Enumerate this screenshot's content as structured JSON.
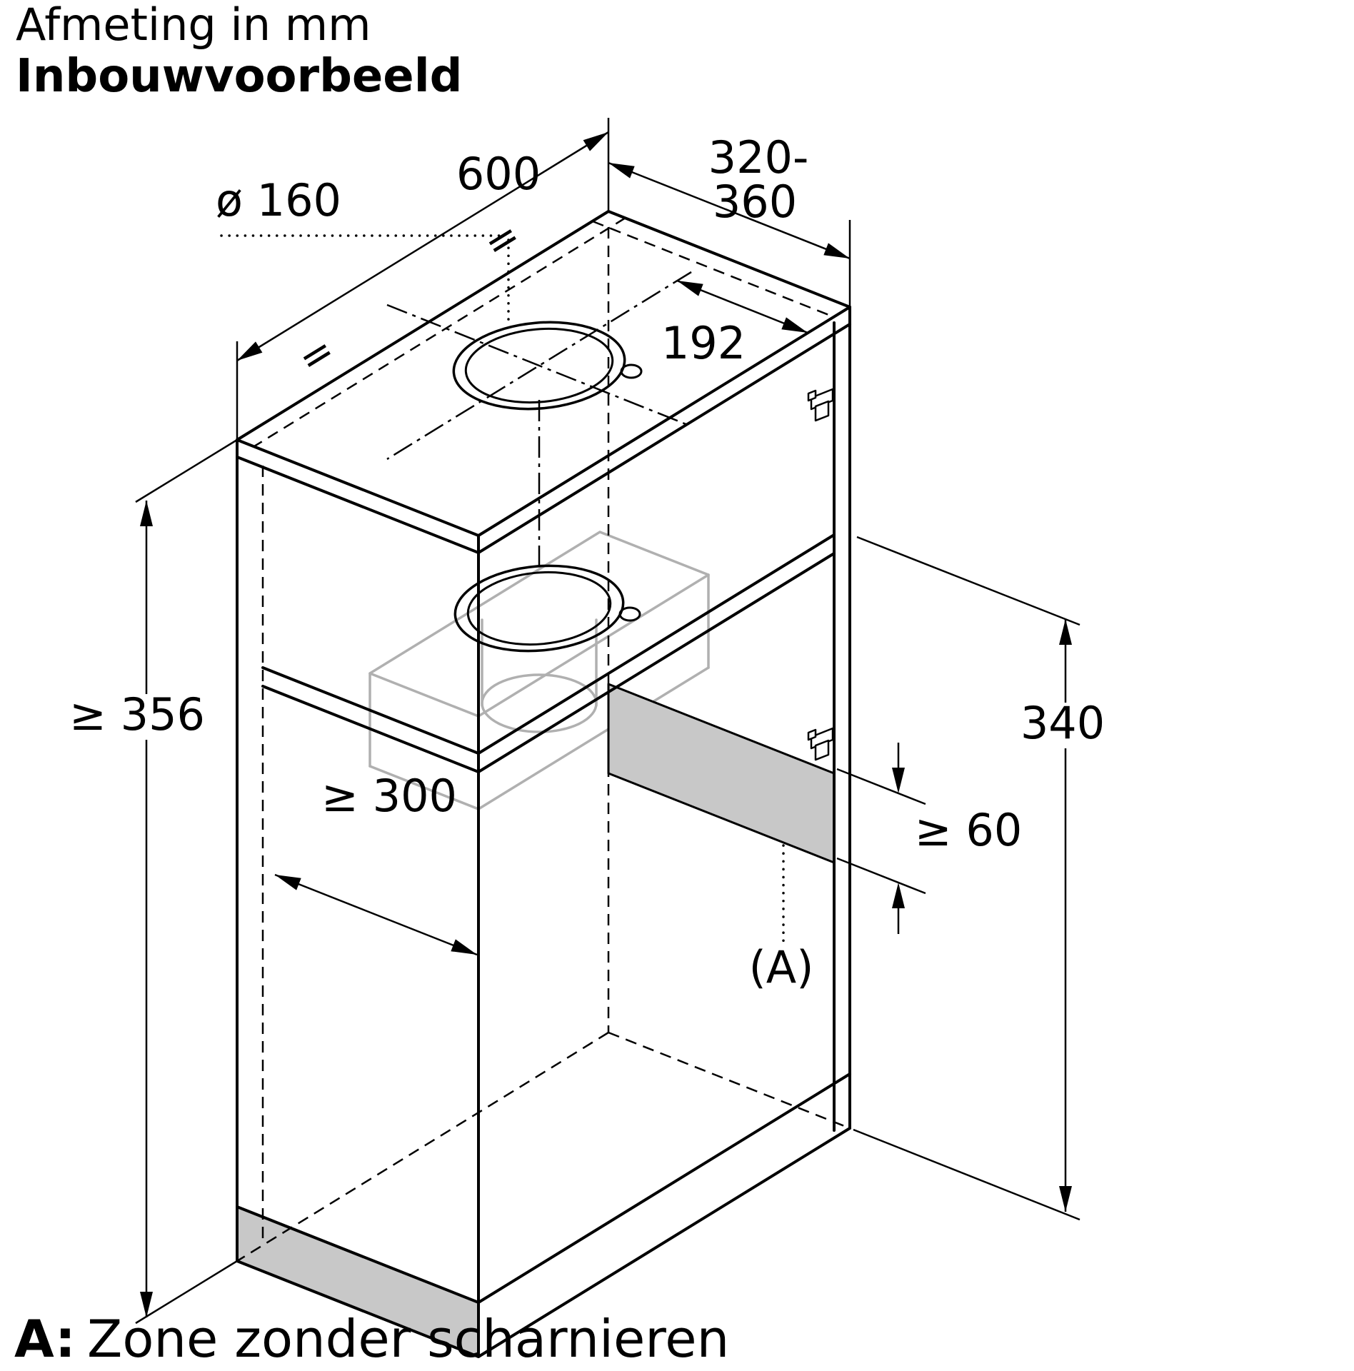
{
  "header": {
    "line1": "Afmeting in mm",
    "line2": "Inbouwvoorbeeld"
  },
  "dims": {
    "diameter": "ø 160",
    "width": "600",
    "depth_line1": "320-",
    "depth_line2": "360",
    "duct_to_front": "192",
    "height_min": "≥ 356",
    "niche_depth_min": "≥ 300",
    "lower_height": "340",
    "hinge_free_min": "≥ 60",
    "zone_marker": "(A)",
    "equal_right": "=",
    "equal_left": "="
  },
  "legend": {
    "marker": "A:",
    "text": "Zone zonder scharnieren"
  },
  "icons": {
    "hinge": "hinge-bracket-icon"
  },
  "colors": {
    "line": "#000000",
    "zone_fill": "#c8c8c8",
    "appliance_line": "#b0b0b0",
    "background": "#ffffff"
  }
}
